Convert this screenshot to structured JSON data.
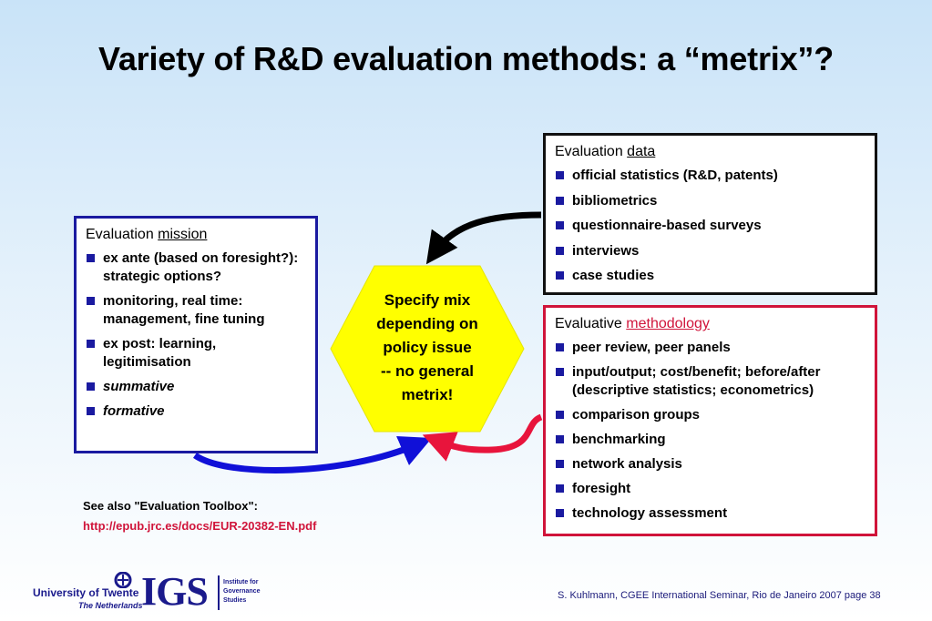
{
  "title": "Variety of R&D evaluation methods: a “metrix”?",
  "mission": {
    "heading_prefix": "Evaluation ",
    "heading_highlight": "mission",
    "items": [
      {
        "text": "ex ante (based on foresight?): strategic options?"
      },
      {
        "text": "monitoring, real time: management, fine tuning"
      },
      {
        "text": "ex post: learning, legitimisation"
      },
      {
        "text": "summative"
      },
      {
        "text": "formative"
      }
    ]
  },
  "data": {
    "heading_prefix": "Evaluation ",
    "heading_highlight": "data",
    "items": [
      {
        "text": "official statistics (R&D, patents)"
      },
      {
        "text": "bibliometrics"
      },
      {
        "text": "questionnaire-based surveys"
      },
      {
        "text": "interviews"
      },
      {
        "text": "case studies"
      }
    ]
  },
  "methodology": {
    "heading_prefix": "Evaluative ",
    "heading_highlight": "methodology",
    "items": [
      {
        "text": "peer review, peer panels"
      },
      {
        "text": "input/output; cost/benefit; before/after (descriptive statistics; econometrics)"
      },
      {
        "text": "comparison groups"
      },
      {
        "text": "benchmarking"
      },
      {
        "text": "network analysis"
      },
      {
        "text": "foresight"
      },
      {
        "text": "technology assessment"
      }
    ]
  },
  "center": {
    "lines": [
      "Specify mix",
      "depending on",
      "policy issue",
      "-- no general",
      "metrix!"
    ]
  },
  "see_also": {
    "label": "See also \"Evaluation Toolbox\":",
    "url": "http://epub.jrc.es/docs/EUR-20382-EN.pdf"
  },
  "footer": "S. Kuhlmann, CGEE International Seminar, Rio de Janeiro 2007  page 38",
  "logos": {
    "ut_name": "University of Twente",
    "ut_sub": "The Netherlands",
    "igs": "IGS",
    "igs_sub": [
      "Institute for",
      "Governance",
      "Studies"
    ]
  },
  "colors": {
    "mission_border": "#1a1aa0",
    "method_border": "#d0143a",
    "hexagon_fill": "#ffff00",
    "bullet": "#1a1aa0",
    "link": "#d0143a"
  },
  "icons": [
    "arrow-data-to-center-icon",
    "arrow-mission-to-center-icon",
    "arrow-methodology-to-center-icon"
  ]
}
